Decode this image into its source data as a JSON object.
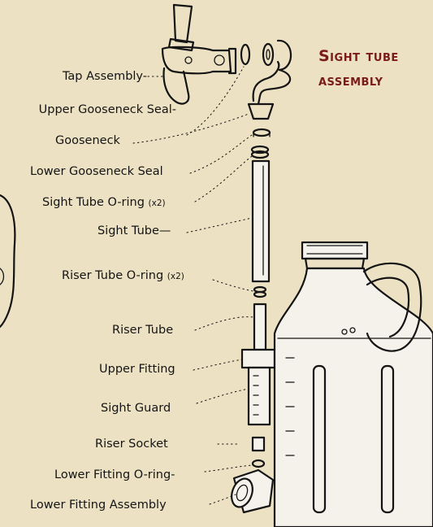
{
  "title": {
    "line1": "Sight tube",
    "line2": "assembly"
  },
  "labels": [
    {
      "text": "Tap Assembly",
      "suffix": "-",
      "qty": ""
    },
    {
      "text": "Upper Gooseneck Seal",
      "suffix": "-",
      "qty": ""
    },
    {
      "text": "Gooseneck",
      "suffix": "",
      "qty": ""
    },
    {
      "text": "Lower Gooseneck Seal",
      "suffix": "",
      "qty": ""
    },
    {
      "text": "Sight Tube O-ring",
      "suffix": "",
      "qty": "(x2)"
    },
    {
      "text": "Sight Tube",
      "suffix": "—",
      "qty": ""
    },
    {
      "text": "Riser Tube O-ring",
      "suffix": "",
      "qty": "(x2)"
    },
    {
      "text": "Riser Tube",
      "suffix": "",
      "qty": ""
    },
    {
      "text": "Upper Fitting",
      "suffix": "",
      "qty": ""
    },
    {
      "text": "Sight Guard",
      "suffix": "",
      "qty": ""
    },
    {
      "text": "Riser Socket",
      "suffix": "",
      "qty": ""
    },
    {
      "text": "Lower Fitting O-ring",
      "suffix": "-",
      "qty": ""
    },
    {
      "text": "Lower Fitting Assembly",
      "suffix": "",
      "qty": ""
    }
  ],
  "colors": {
    "background": "#ece1c3",
    "title": "#7a1b17",
    "ink": "#141414",
    "part_fill": "#f4f2ea"
  }
}
